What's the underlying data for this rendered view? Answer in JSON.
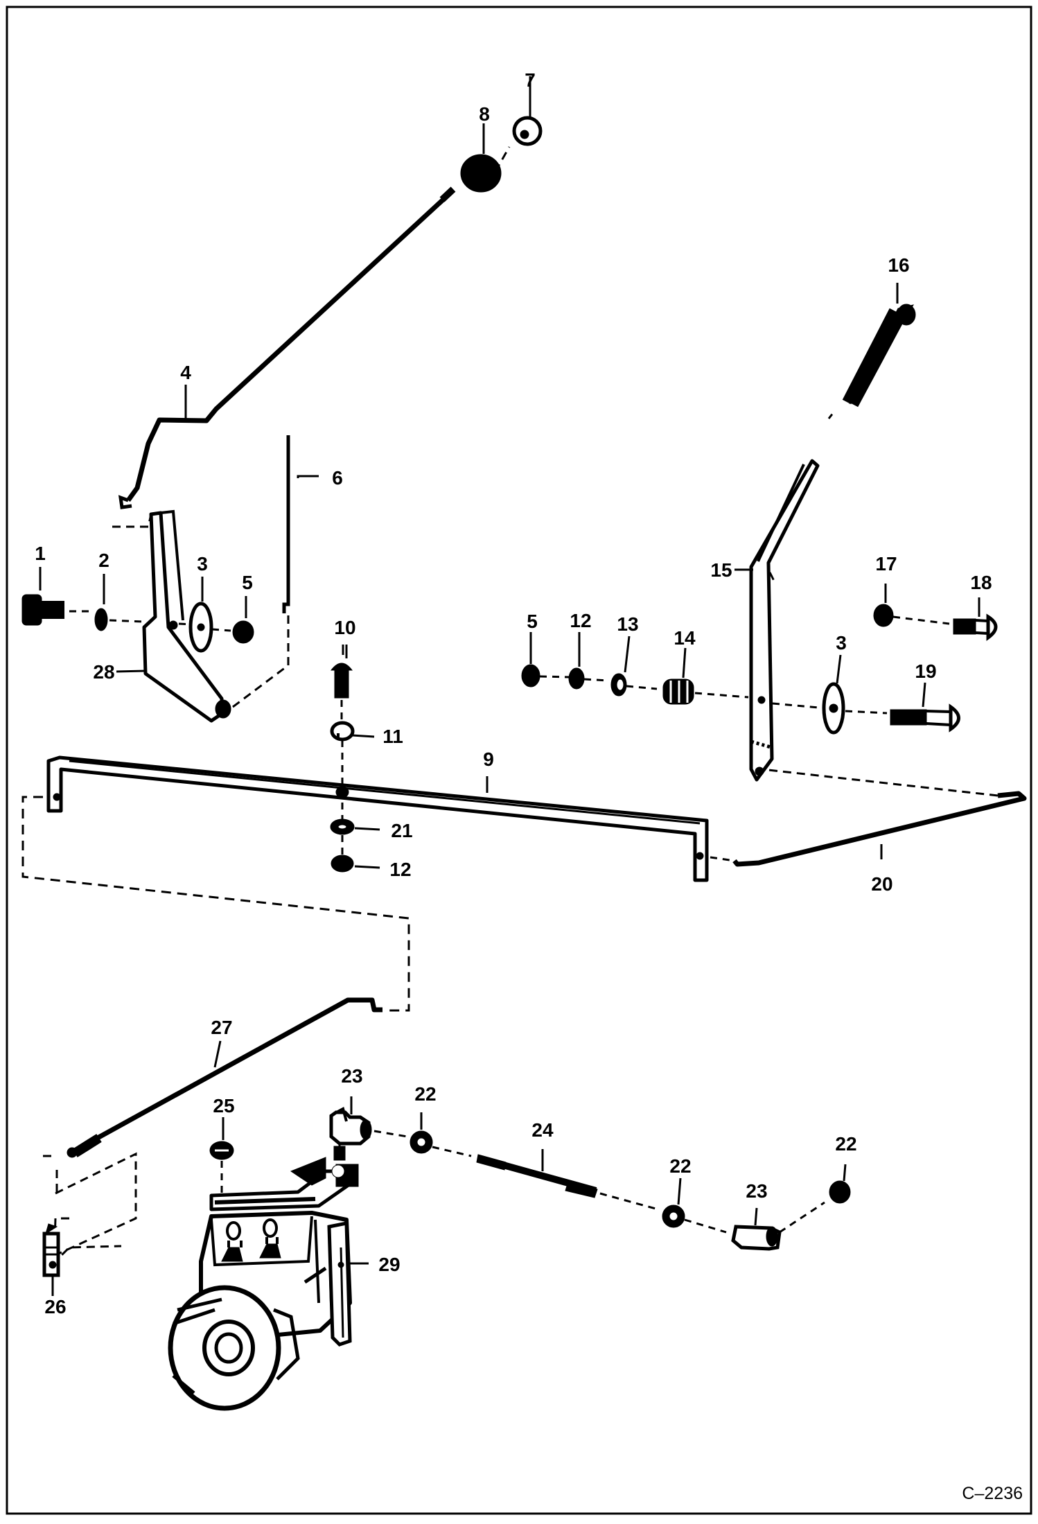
{
  "diagram": {
    "drawing_code": "C–2236",
    "callouts": {
      "c1": "1",
      "c2": "2",
      "c3a": "3",
      "c3b": "3",
      "c4": "4",
      "c5a": "5",
      "c5b": "5",
      "c6": "6",
      "c7": "7",
      "c8": "8",
      "c9": "9",
      "c10": "10",
      "c11": "11",
      "c12a": "12",
      "c12b": "12",
      "c13": "13",
      "c14": "14",
      "c15": "15",
      "c16": "16",
      "c17": "17",
      "c18": "18",
      "c19": "19",
      "c20": "20",
      "c21": "21",
      "c22a": "22",
      "c22b": "22",
      "c22c": "22",
      "c23a": "23",
      "c23b": "23",
      "c24": "24",
      "c25": "25",
      "c26": "26",
      "c27": "27",
      "c28": "28",
      "c29": "29"
    }
  }
}
